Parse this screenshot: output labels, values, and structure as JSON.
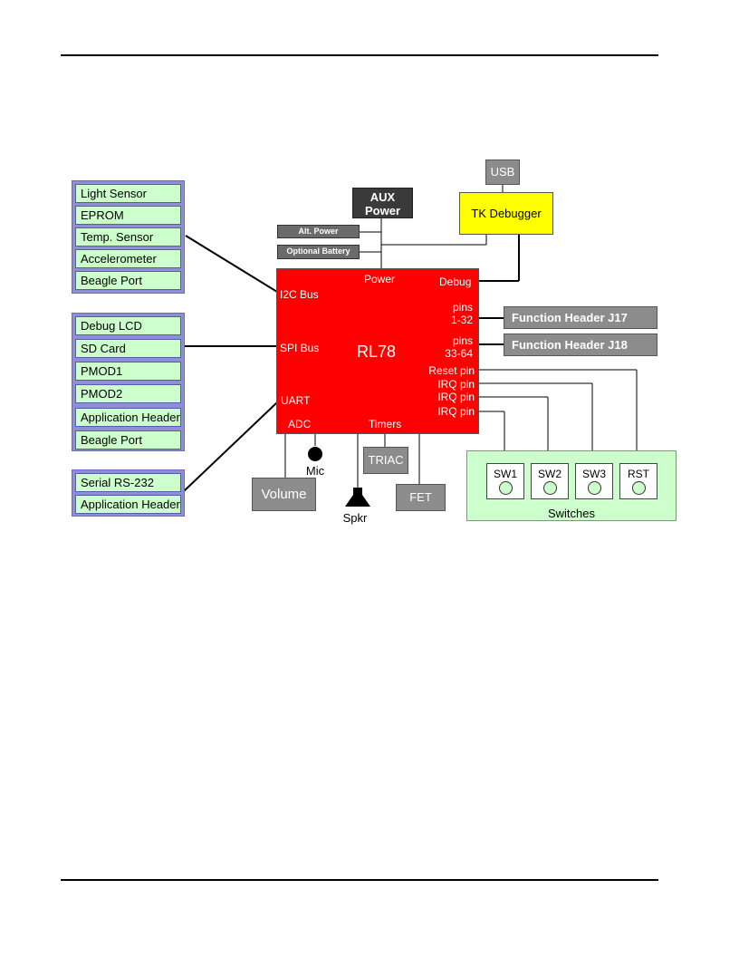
{
  "sensors_group": [
    "Light Sensor",
    "EPROM",
    "Temp. Sensor",
    "Accelerometer",
    "Beagle Port"
  ],
  "display_group": [
    "Debug LCD",
    "SD Card",
    "PMOD1",
    "PMOD2",
    "Application Header",
    "Beagle Port"
  ],
  "serial_group": [
    "Serial RS-232",
    "Application Header"
  ],
  "mcu": {
    "title": "RL78",
    "power": "Power",
    "debug": "Debug",
    "i2c": "I2C Bus",
    "spi": "SPI Bus",
    "uart": "UART",
    "adc": "ADC",
    "timers": "Timers",
    "pins1_a": "pins",
    "pins1_b": "1-32",
    "pins2_a": "pins",
    "pins2_b": "33-64",
    "reset_pin": "Reset pin",
    "irq1": "IRQ pin",
    "irq2": "IRQ pin",
    "irq3": "IRQ pin"
  },
  "usb": "USB",
  "aux_power_1": "AUX",
  "aux_power_2": "Power",
  "tk_debugger": "TK Debugger",
  "alt_power": "Alt. Power",
  "optional_battery": "Optional Battery",
  "header_j17": "Function Header J17",
  "header_j18": "Function Header J18",
  "switches": {
    "caption": "Switches",
    "items": [
      "SW1",
      "SW2",
      "SW3",
      "RST"
    ]
  },
  "volume": "Volume",
  "mic": "Mic",
  "speaker": "Spkr",
  "triac": "TRIAC",
  "fet": "FET"
}
